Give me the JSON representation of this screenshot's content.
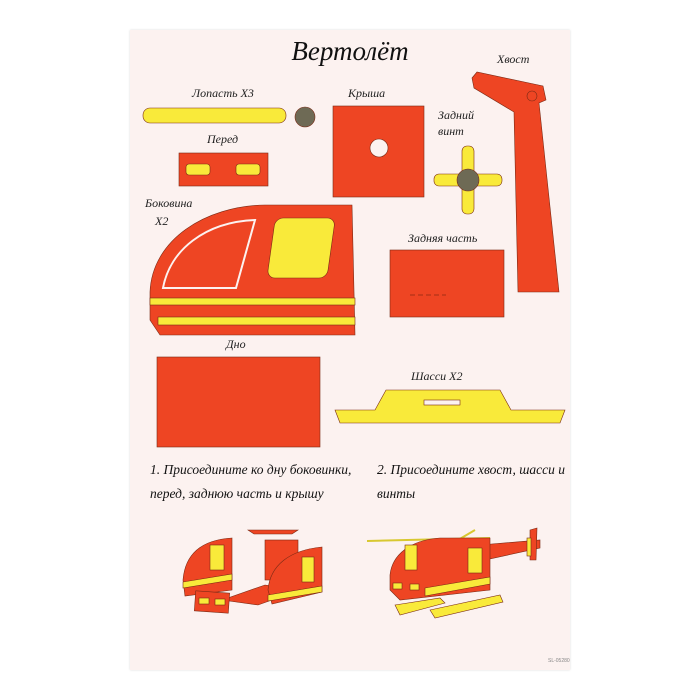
{
  "title": "Вертолёт",
  "parts": {
    "blade": "Лопасть Х3",
    "roof": "Крыша",
    "tail": "Хвост",
    "rear_rotor_line1": "Задний",
    "rear_rotor_line2": "винт",
    "front": "Перед",
    "side_line1": "Боковина",
    "side_line2": "Х2",
    "back": "Задняя часть",
    "bottom": "Дно",
    "skids": "Шасси Х2"
  },
  "steps": [
    {
      "text": "1. Присоедините ко дну боковинки, перед, заднюю часть и крышу"
    },
    {
      "text": "2. Присоедините хвост, шасси и винты"
    }
  ],
  "code": "SL-05280",
  "colors": {
    "red": "#ee4523",
    "yellow": "#f9ea3a",
    "hub": "#6e6a55",
    "paper": "#fcf2f0"
  }
}
